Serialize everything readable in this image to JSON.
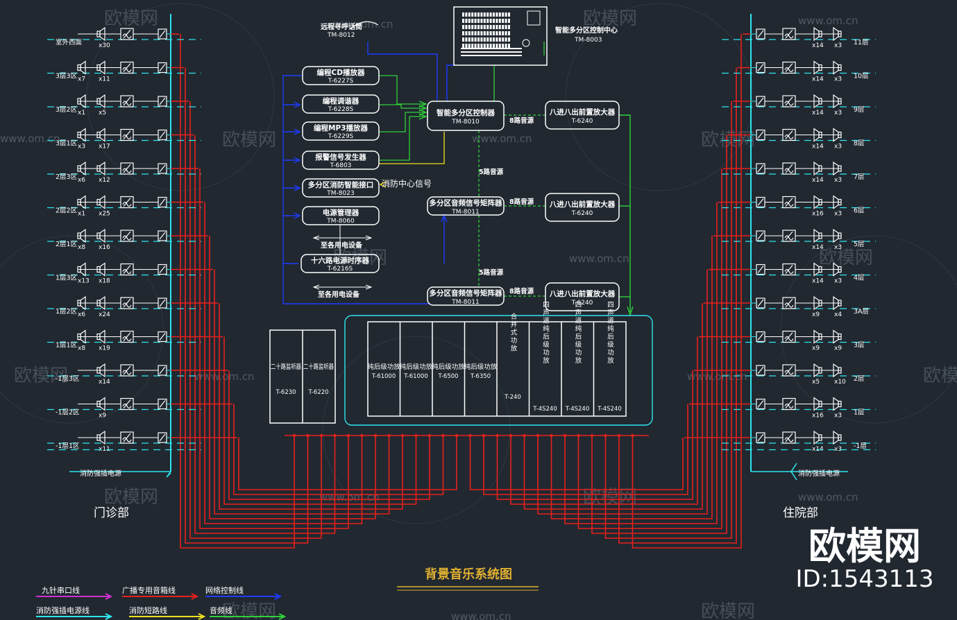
{
  "colors": {
    "background": "#212830",
    "red_line": "#e8201c",
    "cyan_line": "#2fe6f0",
    "blue_line": "#1e3cff",
    "green_line": "#2fd23a",
    "white_line": "#ffffff",
    "title": "#e0b030",
    "watermark": "#8a96a2"
  },
  "title": "背景音乐系统图",
  "left_section": {
    "name": "门诊部",
    "bottom_label": "消防强插电源",
    "rows": [
      {
        "zone": "室外西面",
        "count_a": "",
        "count_b": "x30"
      },
      {
        "zone": "3层3区",
        "count_a": "x7",
        "count_b": "x11"
      },
      {
        "zone": "3层2区",
        "count_a": "x1",
        "count_b": "x5"
      },
      {
        "zone": "3层1区",
        "count_a": "x3",
        "count_b": "x17"
      },
      {
        "zone": "2层3区",
        "count_a": "x6",
        "count_b": "x12"
      },
      {
        "zone": "2层2区",
        "count_a": "x1",
        "count_b": "x25"
      },
      {
        "zone": "2层1区",
        "count_a": "x8",
        "count_b": "x16"
      },
      {
        "zone": "1层3区",
        "count_a": "x13",
        "count_b": "x18"
      },
      {
        "zone": "1层2区",
        "count_a": "x6",
        "count_b": "x24"
      },
      {
        "zone": "1层1区",
        "count_a": "x8",
        "count_b": "x19"
      },
      {
        "zone": "-1层3区",
        "count_a": "",
        "count_b": "x14"
      },
      {
        "zone": "-1层2区",
        "count_a": "",
        "count_b": "x9"
      },
      {
        "zone": "-1层1区",
        "count_a": "",
        "count_b": "x11"
      }
    ]
  },
  "right_section": {
    "name": "住院部",
    "bottom_label": "消防强插电源",
    "rows": [
      {
        "floor": "11层",
        "count_a": "x14",
        "count_b": "x3"
      },
      {
        "floor": "10层",
        "count_a": "x14",
        "count_b": "x3"
      },
      {
        "floor": "9层",
        "count_a": "x14",
        "count_b": "x3"
      },
      {
        "floor": "8层",
        "count_a": "x14",
        "count_b": "x3"
      },
      {
        "floor": "7层",
        "count_a": "x14",
        "count_b": "x3"
      },
      {
        "floor": "6层",
        "count_a": "x16",
        "count_b": "x3"
      },
      {
        "floor": "5层",
        "count_a": "x14",
        "count_b": "x3"
      },
      {
        "floor": "4层",
        "count_a": "x14",
        "count_b": "x3"
      },
      {
        "floor": "3A层",
        "count_a": "x9",
        "count_b": "x4"
      },
      {
        "floor": "3层",
        "count_a": "x9",
        "count_b": "x9"
      },
      {
        "floor": "2层",
        "count_a": "x5",
        "count_b": "x10"
      },
      {
        "floor": "1层",
        "count_a": "x16",
        "count_b": "x3"
      },
      {
        "floor": "-1层",
        "count_a": "x14",
        "count_b": "x3"
      }
    ]
  },
  "top": {
    "mic_label": "远程寻呼话筒",
    "mic_model": "TM-8012",
    "center_label": "智能多分区控制中心",
    "center_model": "TM-8003"
  },
  "sources": [
    {
      "name": "编程CD播放器",
      "model": "T-6227S"
    },
    {
      "name": "编程调谐器",
      "model": "T-6228S"
    },
    {
      "name": "编程MP3播放器",
      "model": "T-6229S"
    },
    {
      "name": "报警信号发生器",
      "model": "T-6803"
    },
    {
      "name": "多分区消防智能接口",
      "model": "TM-8023"
    },
    {
      "name": "电源管理器",
      "model": "TM-8060"
    },
    {
      "name": "十六路电源时序器",
      "model": "T-6216S"
    }
  ],
  "fire_signal": "消防中心信号",
  "power_devices_1": "至各用电设备",
  "power_devices_2": "至各用电设备",
  "controller": {
    "name": "智能多分区控制器",
    "model": "TM-8010"
  },
  "matrix1": {
    "name": "多分区音频信号矩阵器",
    "model": "TM-8011"
  },
  "matrix2": {
    "name": "多分区音频信号矩阵器",
    "model": "TM-8011"
  },
  "preamps": [
    {
      "name": "八进八出前置放大器",
      "model": "T-6240"
    },
    {
      "name": "八进八出前置放大器",
      "model": "T-6240"
    },
    {
      "name": "八进八出前置放大器",
      "model": "T-6240"
    }
  ],
  "route_labels": {
    "ctrl_to_pre": "8路音源",
    "ctrl_to_matrix": "5路音源",
    "matrix_to_pre": "8路音源",
    "matrix_to_matrix": "5路音源",
    "matrix2_to_pre": "8路音源"
  },
  "monitors": [
    {
      "name": "二十路监听器",
      "model": "T-6230"
    },
    {
      "name": "二十路监听器",
      "model": "T-6220"
    }
  ],
  "amplifiers": [
    {
      "name": "纯后级功放",
      "model": "T-61000"
    },
    {
      "name": "纯后级功放",
      "model": "T-61000"
    },
    {
      "name": "纯后级功放",
      "model": "T-6500"
    },
    {
      "name": "纯后级功放",
      "model": "T-6350"
    },
    {
      "name": "合并式功放",
      "model": "T-240"
    },
    {
      "name": "四声道纯后级功放",
      "model": "T-4S240"
    },
    {
      "name": "四声道纯后级功放",
      "model": "T-4S240"
    },
    {
      "name": "四声道纯后级功放",
      "model": "T-4S240"
    }
  ],
  "legend": [
    {
      "label": "九针串口线",
      "color": "#d030d0"
    },
    {
      "label": "广播专用音箱线",
      "color": "#e8201c"
    },
    {
      "label": "网络控制线",
      "color": "#1e3cff"
    },
    {
      "label": "消防强插电源线",
      "color": "#2fe6f0"
    },
    {
      "label": "消防短路线",
      "color": "#f0e020"
    },
    {
      "label": "音频线",
      "color": "#2fd23a"
    }
  ],
  "watermark": {
    "brand": "欧模网",
    "url": "www.om.cn",
    "id": "ID:1543113"
  }
}
